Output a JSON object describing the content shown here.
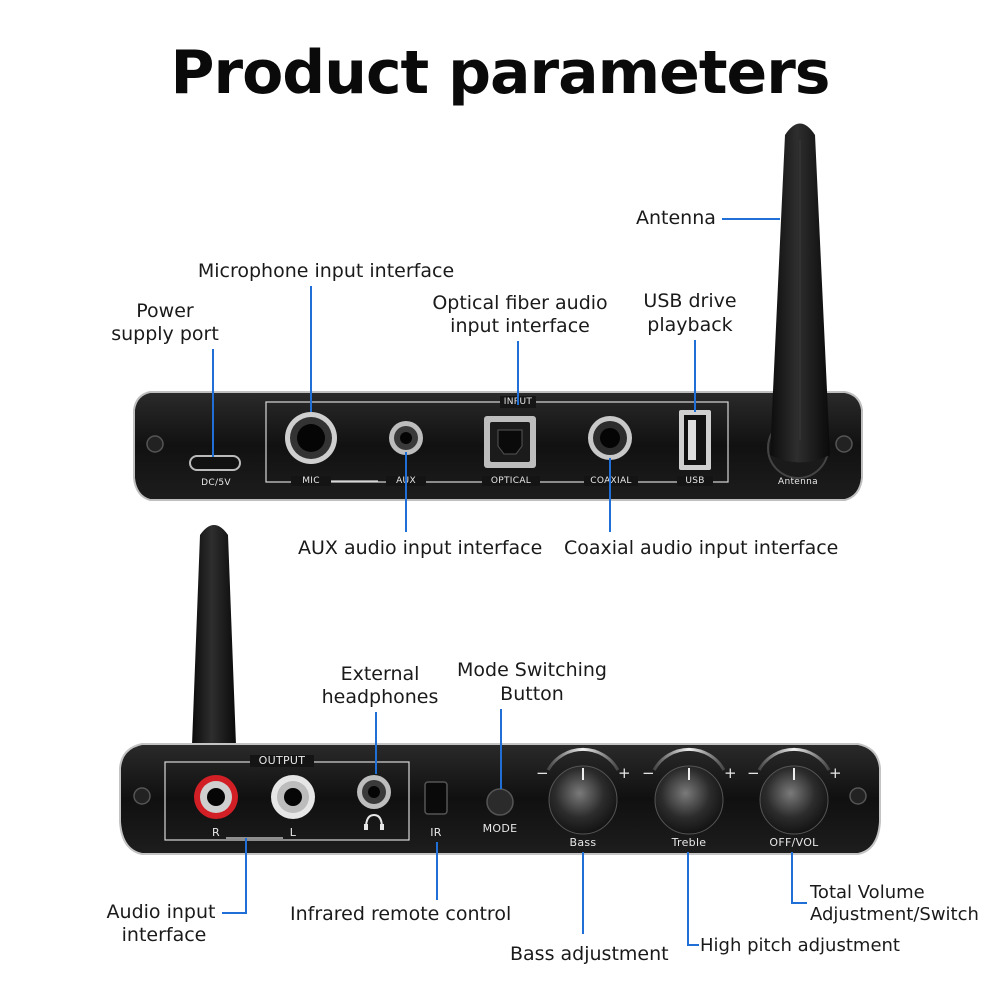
{
  "title": "Product parameters",
  "top_panel": {
    "labels": {
      "dc": "DC/5V",
      "mic": "MIC",
      "aux": "AUX",
      "optical": "OPTICAL",
      "coaxial": "COAXIAL",
      "usb": "USB",
      "antenna": "Antenna",
      "input": "INPUT"
    }
  },
  "bottom_panel": {
    "labels": {
      "output": "OUTPUT",
      "r": "R",
      "l": "L",
      "ir": "IR",
      "mode": "MODE",
      "bass": "Bass",
      "treble": "Treble",
      "offvol": "OFF/VOL",
      "minus": "−",
      "plus": "+"
    }
  },
  "callouts": {
    "antenna": "Antenna",
    "microphone": "Microphone input interface",
    "power_l1": "Power",
    "power_l2": "supply port",
    "optical_l1": "Optical fiber audio",
    "optical_l2": "input interface",
    "usb_l1": "USB drive",
    "usb_l2": "playback",
    "aux": "AUX audio input interface",
    "coaxial": "Coaxial audio input interface",
    "headphones_l1": "External",
    "headphones_l2": "headphones",
    "mode_l1": "Mode Switching",
    "mode_l2": "Button",
    "audio_in_l1": "Audio input",
    "audio_in_l2": "interface",
    "infrared": "Infrared remote control",
    "bass": "Bass adjustment",
    "high_pitch": "High pitch adjustment",
    "volume_l1": "Total Volume",
    "volume_l2": "Adjustment/Switch"
  },
  "colors": {
    "accent_line": "#1f6fd6",
    "device_body": "#141414",
    "rca_red": "#d21f26"
  }
}
